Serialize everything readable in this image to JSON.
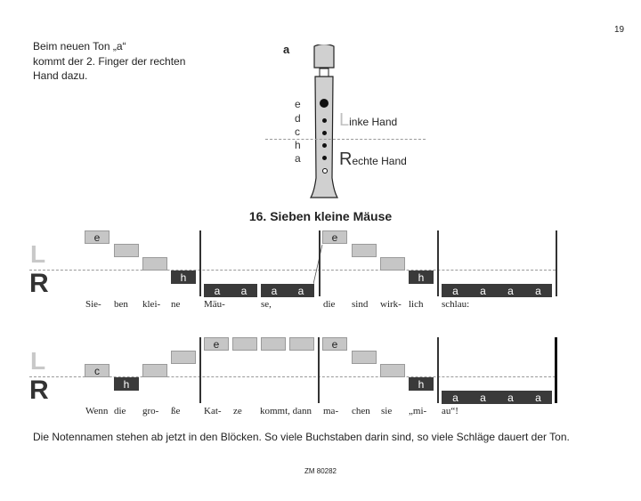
{
  "page_number": "19",
  "intro": [
    "Beim neuen Ton „a“",
    "kommt der 2. Finger der rechten",
    "Hand dazu."
  ],
  "recorder": {
    "note": "a",
    "hole_labels": [
      "e",
      "d",
      "c",
      "h",
      "a"
    ],
    "left_hand_initial": "L",
    "left_hand_rest": "inke Hand",
    "right_hand_initial": "R",
    "right_hand_rest": "echte Hand"
  },
  "song_title": "16.  Sieben kleine Mäuse",
  "hand_labels": {
    "left": "L",
    "right": "R"
  },
  "row1": {
    "notes": [
      "e",
      "h",
      "a",
      "a",
      "a",
      "a",
      "e",
      "h",
      "a",
      "a",
      "a",
      "a"
    ],
    "lyrics": [
      "Sie-",
      "ben",
      "klei-",
      "ne",
      "Mäu-",
      "se,",
      "die",
      "sind",
      "wirk-",
      "lich",
      "schlau:"
    ]
  },
  "row2": {
    "notes": [
      "c",
      "h",
      "e",
      "e",
      "h",
      "a",
      "a",
      "a",
      "a"
    ],
    "lyrics": [
      "Wenn",
      "die",
      "gro-",
      "ße",
      "Kat-",
      "ze",
      "kommt, dann",
      "ma-",
      "chen",
      "sie",
      "„mi-",
      "au“!"
    ]
  },
  "bottom_text": "Die Notennamen stehen ab jetzt in den Blöcken. So viele Buchstaben darin sind, so viele Schläge dauert der Ton.",
  "footer": "ZM 80282"
}
